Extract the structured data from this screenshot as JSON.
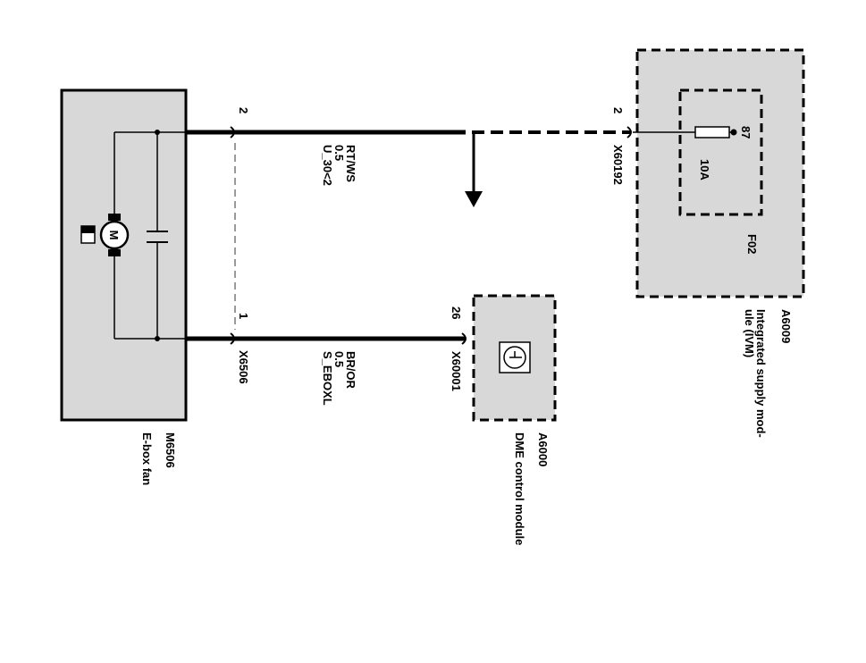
{
  "components": {
    "fan": {
      "id": "M6506",
      "name": "E-box fan",
      "motor_glyph": "M"
    },
    "dme": {
      "id": "A6000",
      "name": "DME control module"
    },
    "ivm": {
      "id": "A6009",
      "name_line1": "Integrated supply mod-",
      "name_line2": "ule (IVM)"
    },
    "fuse": {
      "id": "F02",
      "rating": "10A",
      "pin": "87"
    }
  },
  "connectors": {
    "fan": {
      "id": "X6506",
      "pin_top": "2",
      "pin_bottom": "1"
    },
    "ivm": {
      "id": "X60192",
      "pin": "2"
    },
    "dme": {
      "id": "X60001",
      "pin": "26"
    }
  },
  "wires": {
    "top": {
      "signal": "U_30<2",
      "gauge": "0.5",
      "color": "RT/WS"
    },
    "bottom": {
      "signal": "S_EBOXL",
      "gauge": "0.5",
      "color": "BR/OR"
    }
  },
  "colors": {
    "box_fill": "#d8d8d8",
    "line": "#000000",
    "dashed_shield": "#9a9a9a"
  }
}
